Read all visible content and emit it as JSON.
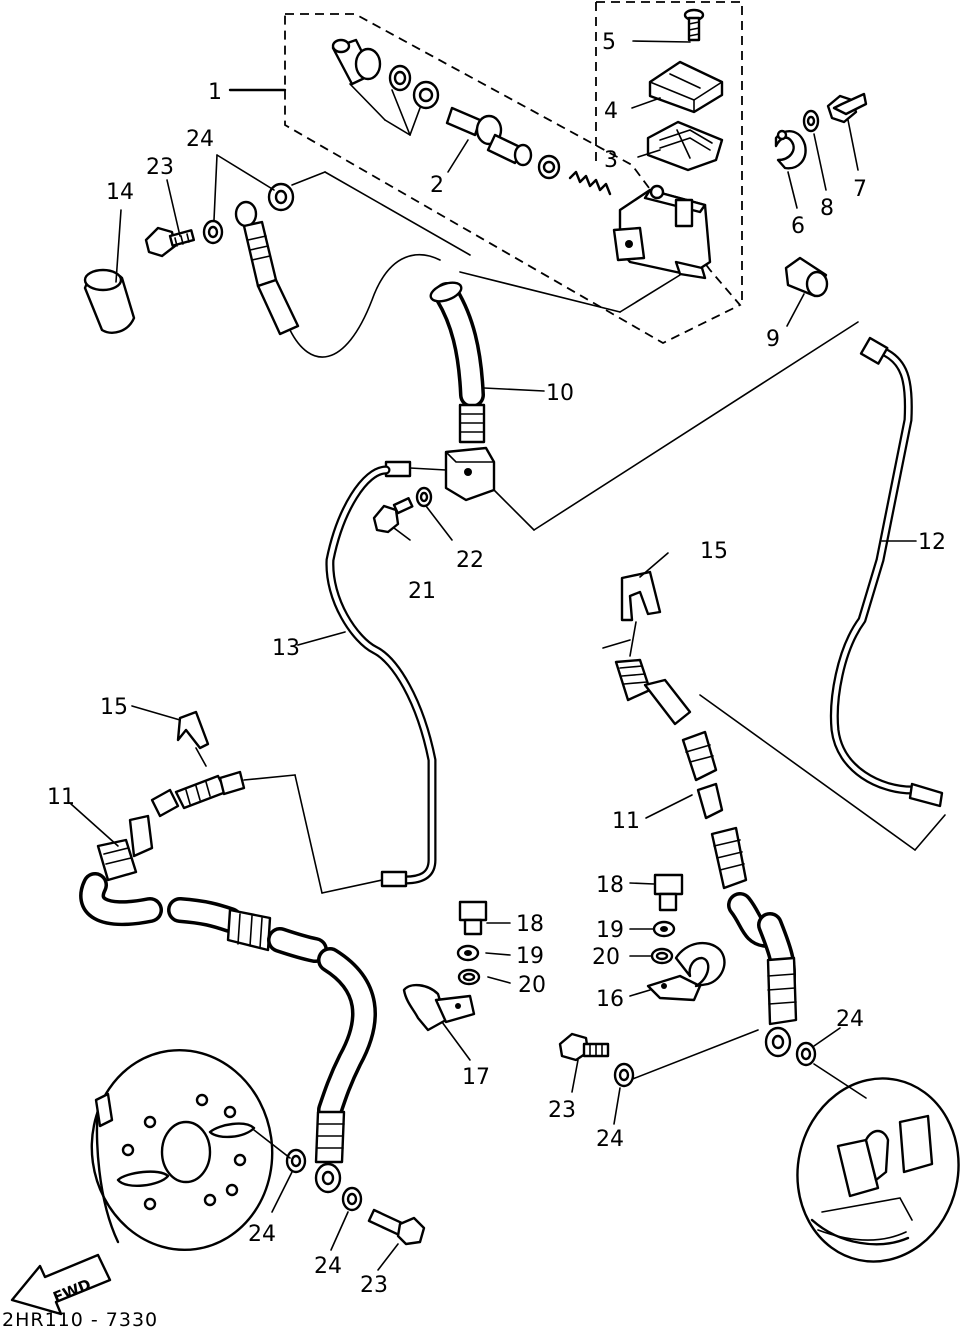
{
  "diagram": {
    "code": "2HR110 - 7330",
    "fwd_label": "FWD",
    "callouts": {
      "c1": "1",
      "c2": "2",
      "c3": "3",
      "c4": "4",
      "c5": "5",
      "c6": "6",
      "c7": "7",
      "c8": "8",
      "c9": "9",
      "c10": "10",
      "c11a": "11",
      "c11b": "11",
      "c12": "12",
      "c13": "13",
      "c14": "14",
      "c15a": "15",
      "c15b": "15",
      "c16": "16",
      "c17": "17",
      "c18a": "18",
      "c18b": "18",
      "c19a": "19",
      "c19b": "19",
      "c20a": "20",
      "c20b": "20",
      "c21": "21",
      "c22": "22",
      "c23a": "23",
      "c23b": "23",
      "c23c": "23",
      "c24a": "24",
      "c24b": "24",
      "c24c": "24",
      "c24d": "24",
      "c24e": "24"
    }
  }
}
